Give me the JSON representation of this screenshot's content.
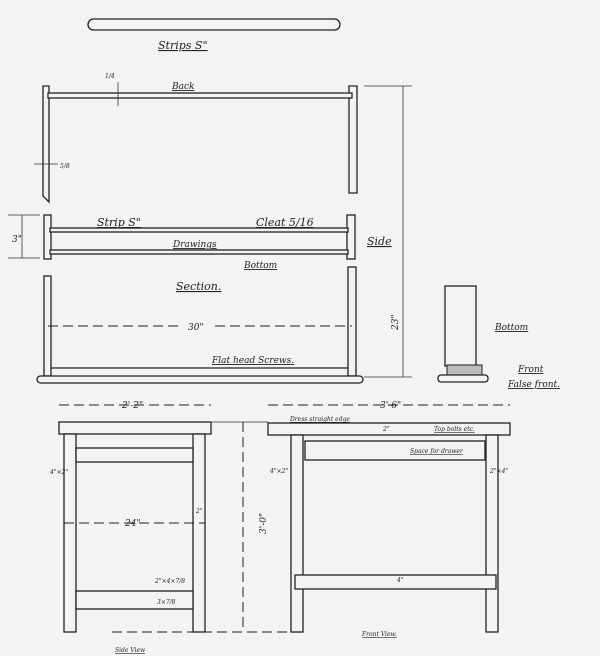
{
  "drawing": {
    "strips_label": "Strips S\"",
    "back": "Back",
    "quarter": "1/4",
    "five_eighths": "5/8",
    "three_in": "3\"",
    "strip_s": "Strip S\"",
    "cleat": "Cleat 5/16",
    "side": "Side",
    "drawings": "Drawings",
    "bottom": "Bottom",
    "section": "Section.",
    "thirty": "30\"",
    "twenty_three": "23\"",
    "screws": "Flat head Screws.",
    "detail_bottom": "Bottom",
    "front": "Front",
    "false_front": "False front."
  },
  "table": {
    "side_width": "2'-2\"",
    "front_width": "3'-6\"",
    "dress_edge": "Dress straight edge",
    "two_in_top": "2\"",
    "top_bolts": "Top bolts etc.",
    "space_drawer": "Space for drawer",
    "width_24": "24\"",
    "two_in": "2\"",
    "height": "3'-0\"",
    "stretcher_note": "2\"×4×7/8",
    "rail_note": "3×7/8",
    "leg_left_dim": "4\"×2\"",
    "front_leg_dim": "4\"×2\"",
    "front_leg_dim_r": "2\"×4\"",
    "stretcher_front": "4\"",
    "side_view": "Side View",
    "front_view": "Front View."
  }
}
